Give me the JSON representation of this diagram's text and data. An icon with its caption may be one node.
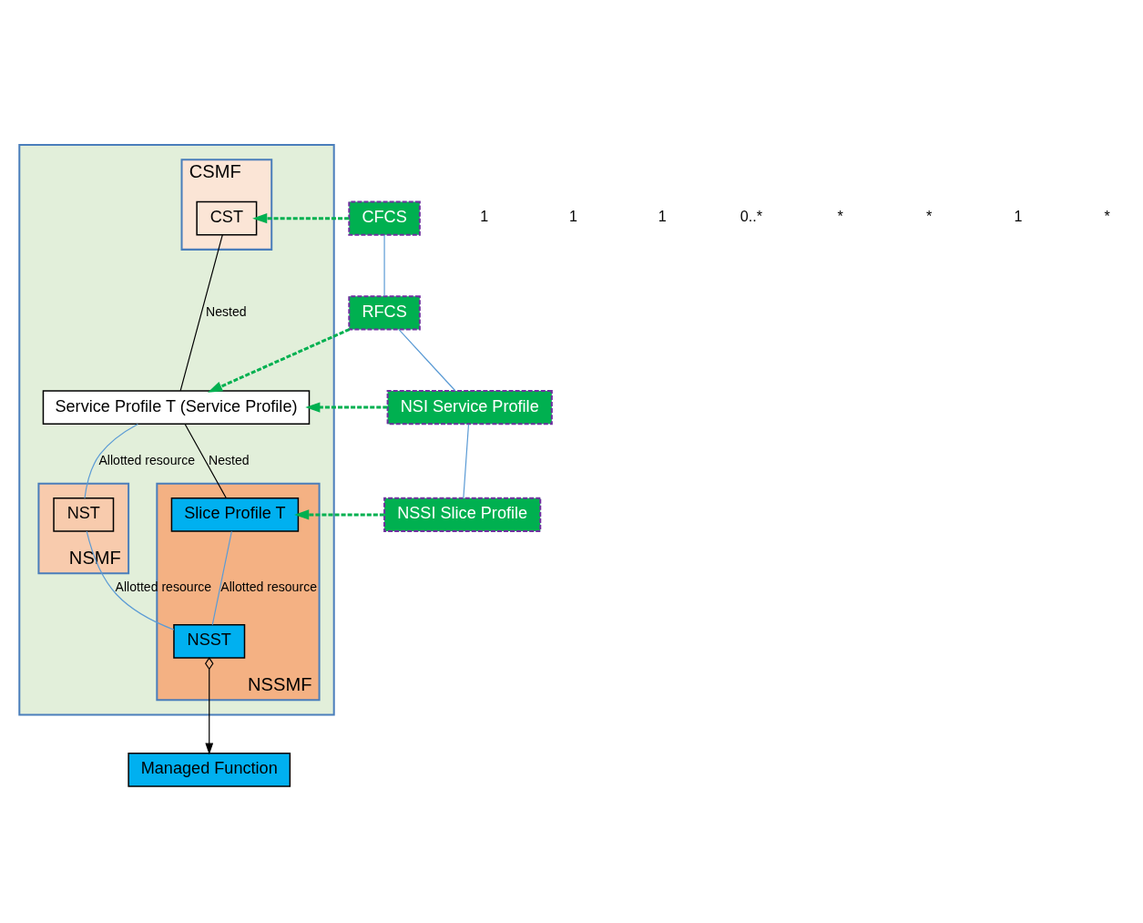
{
  "diagram": {
    "nodes": [
      {
        "text": [],
        "shape": "box"
      },
      {
        "text": [
          "CSMF"
        ],
        "in": 0
      },
      {
        "text": [
          "CST"
        ],
        "in": 1
      },
      {
        "text": [
          "Service Profile T (Service Profile)"
        ],
        "in": 0
      },
      {
        "text": [
          "NSMF"
        ],
        "in": 0
      },
      {
        "text": [
          "NST"
        ],
        "in": 4
      },
      {
        "text": [
          "NSSMF"
        ],
        "in": 0
      },
      {
        "text": [
          "Slice Profile T"
        ],
        "in": 6
      },
      {
        "text": [
          "NSST"
        ],
        "in": 6
      },
      {
        "text": [
          "Managed Function"
        ]
      },
      {
        "text": [
          "CFCS"
        ]
      },
      {
        "text": [
          "RFCS"
        ]
      },
      {
        "text": [
          "NSI Service Profile"
        ]
      },
      {
        "text": [
          "NSSI Slice Profile"
        ]
      }
    ],
    "edges": [
      {
        "from": 2,
        "to": 3,
        "arrow": "none",
        "label": "Nested",
        "color": "#000000"
      },
      {
        "from": 3,
        "to": 7,
        "arrow": "none",
        "label": "Nested",
        "color": "#000000"
      },
      {
        "from": 3,
        "to": 5,
        "arrow": "none",
        "label": "Allotted resource"
      },
      {
        "from": 5,
        "to": 8,
        "arrow": "none",
        "label": "Allotted resource"
      },
      {
        "from": 7,
        "to": 8,
        "arrow": "none",
        "label": "Allotted resource"
      },
      {
        "from": 8,
        "to": 9,
        "arrow": "to",
        "color": "#000000"
      },
      {
        "from": 10,
        "to": 11,
        "arrow": "none"
      },
      {
        "from": 11,
        "to": 12,
        "arrow": "none"
      },
      {
        "from": 12,
        "to": 13,
        "arrow": "none"
      },
      {
        "from": 10,
        "to": 2,
        "arrow": "to",
        "style": "dashed",
        "color": "#00b050"
      },
      {
        "from": 11,
        "to": 3,
        "arrow": "to",
        "style": "dashed",
        "color": "#00b050"
      },
      {
        "from": 12,
        "to": 3,
        "arrow": "to",
        "style": "dashed",
        "color": "#00b050"
      },
      {
        "from": 13,
        "to": 7,
        "arrow": "to",
        "style": "dashed",
        "color": "#00b050"
      }
    ],
    "labels": [
      "1",
      "1",
      "1",
      "0..*",
      "*",
      "*",
      "1",
      "*"
    ]
  }
}
